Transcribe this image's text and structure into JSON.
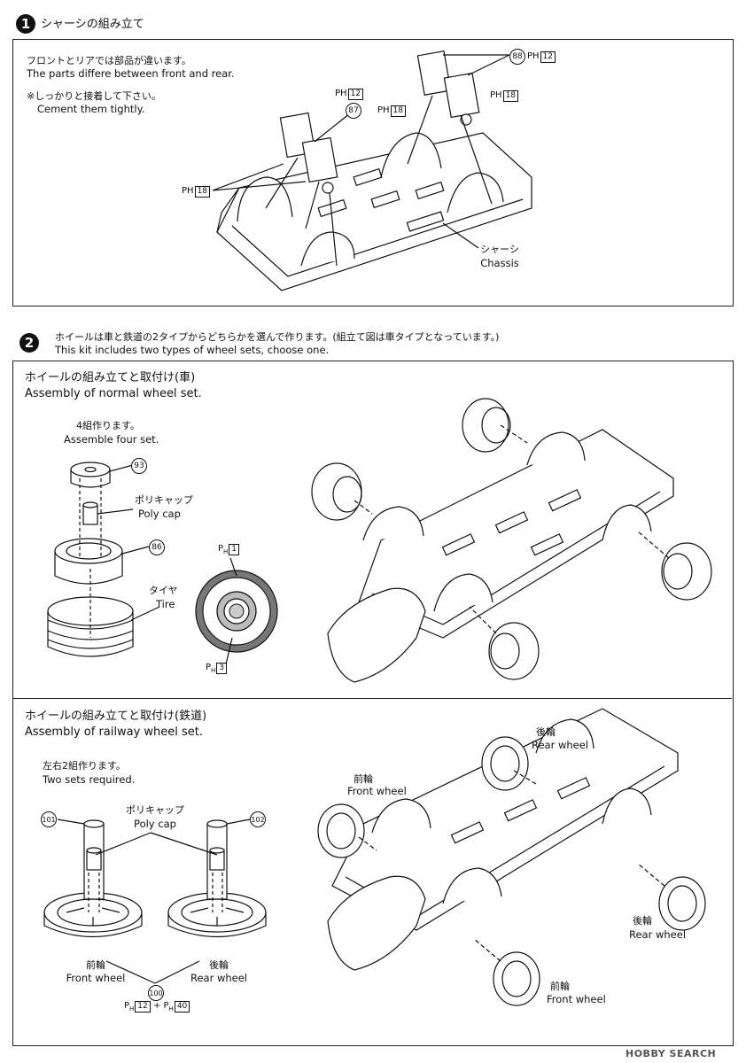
{
  "step1": {
    "number": "1",
    "title": "シャーシの組み立て",
    "note_jp": "フロントとリアでは部品が違います。",
    "note_en": "The parts differe between front and rear.",
    "cement_jp": "※しっかりと接着して下さい。",
    "cement_en": "Cement them tightly.",
    "parts": [
      {
        "num": "88",
        "ph": "12"
      },
      {
        "num": "87",
        "ph": "12"
      }
    ],
    "ph_labels": [
      "18",
      "18",
      "18"
    ],
    "ph_prefix": "PH",
    "chassis_jp": "シャーシ",
    "chassis_en": "Chassis"
  },
  "step2": {
    "number": "2",
    "intro_jp": "ホイールは車と鉄道の2タイプからどちらかを選んで作ります。(組立て図は車タイプとなっています。)",
    "intro_en": "This kit includes two types of wheel sets, choose one.",
    "normal": {
      "title_jp": "ホイールの組み立てと取付け(車)",
      "title_en": "Assembly of normal wheel set.",
      "qty_jp": "4組作ります。",
      "qty_en": "Assemble four set.",
      "part93": "93",
      "polycap_jp": "ポリキャップ",
      "polycap_en": "Poly cap",
      "part86": "86",
      "tire_jp": "タイヤ",
      "tire_en": "Tire",
      "ph_top": "1",
      "ph_bottom": "3"
    },
    "railway": {
      "title_jp": "ホイールの組み立てと取付け(鉄道)",
      "title_en": "Assembly of railway wheel set.",
      "qty_jp": "左右2組作ります。",
      "qty_en": "Two sets required.",
      "part101": "101",
      "part102": "102",
      "part100": "100",
      "polycap_jp": "ポリキャップ",
      "polycap_en": "Poly cap",
      "front_jp": "前輪",
      "front_en": "Front wheel",
      "rear_jp": "後輪",
      "rear_en": "Rear wheel",
      "ph_a": "12",
      "ph_b": "40",
      "plus": "+"
    }
  },
  "watermark": "HOBBY SEARCH"
}
